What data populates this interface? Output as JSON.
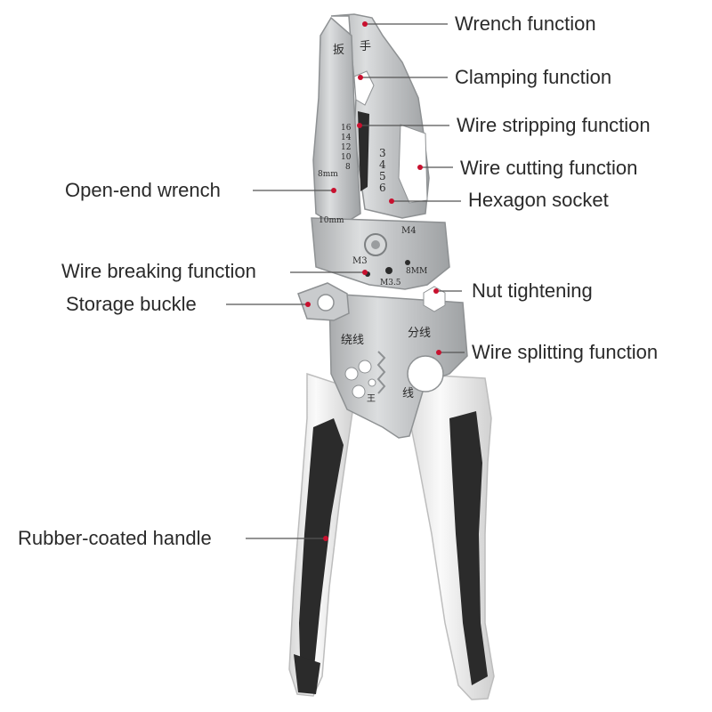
{
  "stamps": {
    "wrench_cn_1": "扳",
    "wrench_cn_2": "手",
    "gauge_16": "16",
    "gauge_14": "14",
    "gauge_12": "12",
    "gauge_10": "10",
    "gauge_8": "8",
    "socket_3": "3",
    "socket_4": "4",
    "socket_5": "5",
    "socket_6": "6",
    "wrench_8mm": "8mm",
    "wrench_10mm": "10mm",
    "thread_m4": "M4",
    "thread_m3": "M3",
    "thread_m35": "M3.5",
    "nut_8mm": "8MM",
    "winding_cn": "绕线",
    "split_cn_1": "分线",
    "split_cn_2": "线",
    "mark_cn": "王"
  },
  "callouts": [
    {
      "label": "Wrench function"
    },
    {
      "label": "Clamping function"
    },
    {
      "label": "Wire stripping function"
    },
    {
      "label": "Wire cutting function"
    },
    {
      "label": "Open-end wrench"
    },
    {
      "label": "Hexagon socket"
    },
    {
      "label": "Wire breaking function"
    },
    {
      "label": "Nut tightening"
    },
    {
      "label": "Storage buckle"
    },
    {
      "label": "Wire splitting function"
    },
    {
      "label": "Rubber-coated handle"
    }
  ],
  "colors": {
    "background": "#ffffff",
    "steel": "#c4c6c8",
    "handle_white": "#f1f1f1",
    "rubber": "#2b2b2b",
    "pointer_dot": "#c8102e",
    "leader_line": "#555555"
  }
}
